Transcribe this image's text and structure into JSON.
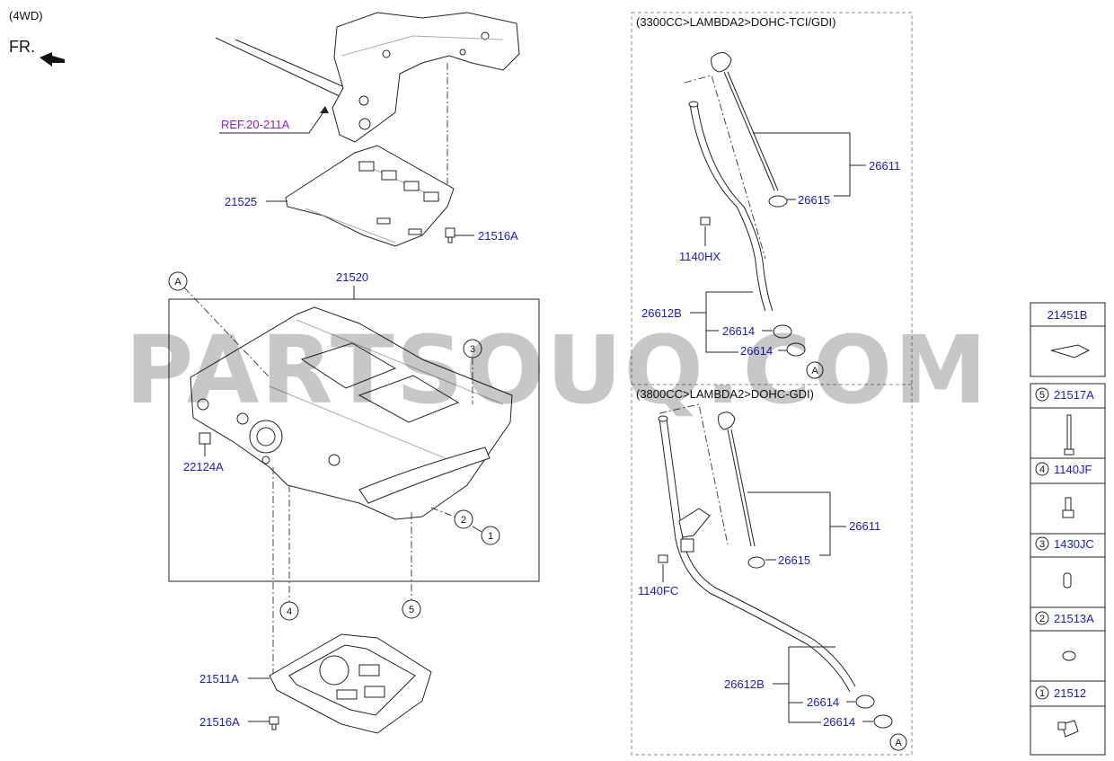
{
  "header": {
    "variant": "(4WD)",
    "front_label": "FR."
  },
  "reference": {
    "label": "REF.20-211A"
  },
  "callouts": {
    "p21525": "21525",
    "p21516A_top": "21516A",
    "p21520": "21520",
    "p22124A": "22124A",
    "p21511A": "21511A",
    "p21516A_bottom": "21516A"
  },
  "markers": {
    "a": "A",
    "n1": "1",
    "n2": "2",
    "n3": "3",
    "n4": "4",
    "n5": "5"
  },
  "engine_3300": {
    "title": "(3300CC>LAMBDA2>DOHC-TCI/GDI)",
    "p26611": "26611",
    "p26615": "26615",
    "p1140HX": "1140HX",
    "p26612B": "26612B",
    "p26614a": "26614",
    "p26614b": "26614",
    "marker": "A"
  },
  "engine_3800": {
    "title": "(3800CC>LAMBDA2>DOHC-GDI)",
    "p26611": "26611",
    "p26615": "26615",
    "p1140FC": "1140FC",
    "p26612B": "26612B",
    "p26614a": "26614",
    "p26614b": "26614",
    "marker": "A"
  },
  "legend": {
    "top": {
      "code": "21451B"
    },
    "rows": [
      {
        "num": "5",
        "code": "21517A"
      },
      {
        "num": "4",
        "code": "1140JF"
      },
      {
        "num": "3",
        "code": "1430JC"
      },
      {
        "num": "2",
        "code": "21513A"
      },
      {
        "num": "1",
        "code": "21512"
      }
    ]
  },
  "watermark": "PARTSOUQ.COM"
}
